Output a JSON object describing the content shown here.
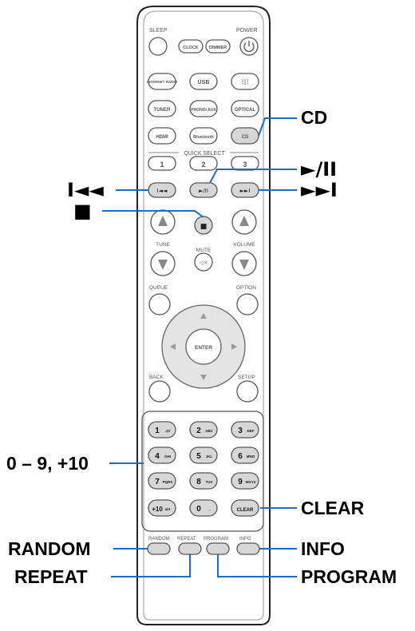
{
  "remote": {
    "top_labels": {
      "sleep": "SLEEP",
      "power": "POWER"
    },
    "buttons": {
      "clock": "CLOCK",
      "dimmer": "DIMMER",
      "internet_radio": "INTERNET RADIO",
      "usb": "USB",
      "tuner": "TUNER",
      "phono_aux": "PHONO/ AUX",
      "optical": "OPTICAL",
      "hdmi": "HDMI",
      "bluetooth": "Bluetooth",
      "cd": "CD",
      "quick_select": "QUICK SELECT",
      "qs1": "1",
      "qs2": "2",
      "qs3": "3",
      "stop": "■"
    },
    "labels": {
      "tune": "TUNE",
      "mute": "MUTE",
      "volume": "VOLUME",
      "queue": "QUEUE",
      "option": "OPTION",
      "enter": "ENTER",
      "back": "BACK",
      "setup": "SETUP",
      "random": "RANDOM",
      "repeat": "REPEAT",
      "program": "PROGRAM",
      "info": "INFO"
    },
    "numpad": [
      {
        "main": "1",
        "sub": ".@/"
      },
      {
        "main": "2",
        "sub": "ABC"
      },
      {
        "main": "3",
        "sub": "DEF"
      },
      {
        "main": "4",
        "sub": "GHI"
      },
      {
        "main": "5",
        "sub": "JKL"
      },
      {
        "main": "6",
        "sub": "MNO"
      },
      {
        "main": "7",
        "sub": "PQRS"
      },
      {
        "main": "8",
        "sub": "TUV"
      },
      {
        "main": "9",
        "sub": "WXYZ"
      },
      {
        "main": "+10",
        "sub": "a/A"
      },
      {
        "main": "0",
        "sub": "_."
      },
      {
        "main": "CLEAR",
        "sub": ""
      }
    ]
  },
  "callouts": {
    "cd": "CD",
    "play_pause": "►/II",
    "skip_back": "I◄◄",
    "skip_forward": "►►I",
    "stop": "■",
    "numbers": "0 – 9, +10",
    "clear": "CLEAR",
    "random": "RANDOM",
    "info": "INFO",
    "repeat": "REPEAT",
    "program": "PROGRAM"
  },
  "colors": {
    "callout_line": "#1a6fc4",
    "remote_outline": "#222222",
    "button_outline": "#555555"
  }
}
